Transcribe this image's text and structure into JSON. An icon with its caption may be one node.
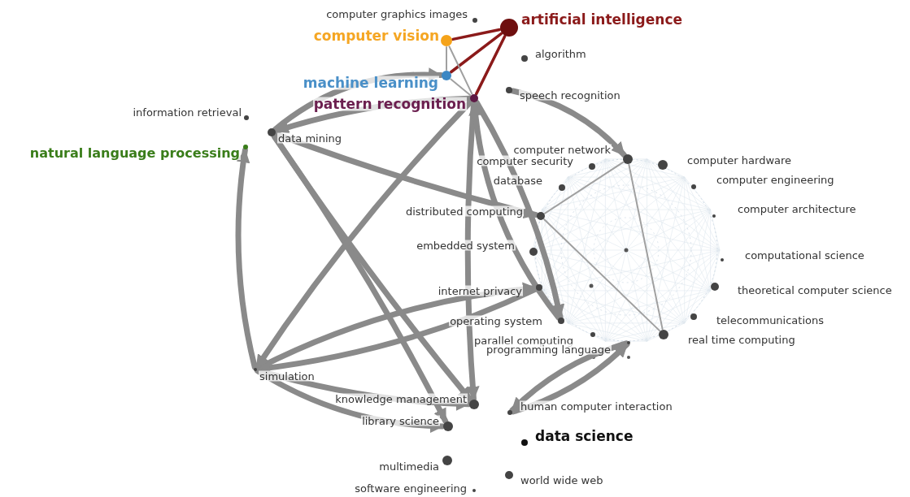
{
  "diagram": {
    "nodes": [
      {
        "text": [],
        "shape": "circle",
        "beside": [
          "computer graphics images"
        ]
      },
      {
        "text": [],
        "shape": "circle",
        "beside": [
          "artificial intelligence"
        ]
      },
      {
        "text": [],
        "shape": "circle",
        "beside": [
          "computer vision"
        ]
      },
      {
        "text": [],
        "shape": "circle",
        "beside": [
          "algorithm"
        ]
      },
      {
        "text": [],
        "shape": "circle",
        "beside": [
          "machine learning"
        ]
      },
      {
        "text": [],
        "shape": "circle",
        "beside": [
          "pattern recognition"
        ]
      },
      {
        "text": [],
        "shape": "circle",
        "beside": [
          "speech recognition"
        ]
      },
      {
        "text": [],
        "shape": "circle",
        "beside": [
          "information retrieval"
        ]
      },
      {
        "text": [],
        "shape": "circle",
        "beside": [
          "natural language processing"
        ]
      },
      {
        "text": [],
        "shape": "circle",
        "beside": [
          "data mining"
        ]
      },
      {
        "text": [],
        "shape": "circle"
      },
      {
        "text": [],
        "shape": "circle",
        "beside": [
          "computer security"
        ]
      },
      {
        "text": [],
        "shape": "circle",
        "beside": [
          "computer hardware"
        ]
      },
      {
        "text": [],
        "shape": "circle",
        "beside": [
          "database"
        ]
      },
      {
        "text": [],
        "shape": "circle",
        "beside": [
          "computer engineering"
        ]
      },
      {
        "text": [],
        "shape": "circle",
        "beside": [
          "distributed computing"
        ]
      },
      {
        "text": [],
        "shape": "circle",
        "beside": [
          "computer architecture"
        ]
      },
      {
        "text": [],
        "shape": "circle",
        "beside": [
          "embedded system"
        ]
      },
      {
        "text": [],
        "shape": "circle",
        "beside": [
          "computational science"
        ]
      },
      {
        "text": [],
        "shape": "circle",
        "beside": [
          "internet privacy"
        ]
      },
      {
        "text": [],
        "shape": "circle",
        "beside": [
          "theoretical computer science"
        ]
      },
      {
        "text": [],
        "shape": "circle",
        "beside": [
          "operating system"
        ]
      },
      {
        "text": [],
        "shape": "circle",
        "beside": [
          "telecommunications"
        ]
      },
      {
        "text": [],
        "shape": "circle",
        "beside": [
          "real time computing"
        ]
      },
      {
        "text": [],
        "shape": "circle",
        "beside": [
          "parallel computing"
        ]
      },
      {
        "text": [],
        "shape": "circle"
      },
      {
        "text": [],
        "shape": "circle",
        "beside": [
          "simulation"
        ]
      },
      {
        "text": [],
        "shape": "circle",
        "beside": [
          "knowledge management"
        ]
      },
      {
        "text": [],
        "shape": "circle",
        "beside": [
          "human computer interaction"
        ]
      },
      {
        "text": [],
        "shape": "circle",
        "beside": [
          "library science"
        ]
      },
      {
        "text": [],
        "shape": "circle",
        "beside": [
          "data science"
        ]
      },
      {
        "text": [],
        "shape": "circle",
        "beside": [
          "multimedia"
        ]
      },
      {
        "text": [],
        "shape": "circle",
        "beside": [
          "world wide web"
        ]
      },
      {
        "text": [],
        "shape": "circle",
        "beside": [
          "software engineering"
        ]
      }
    ],
    "edges": [
      {
        "from": 1,
        "to": 2,
        "arrow": "none",
        "color": "#8b1a1a"
      },
      {
        "from": 1,
        "to": 4,
        "arrow": "none",
        "color": "#8b1a1a"
      },
      {
        "from": 1,
        "to": 5,
        "arrow": "none",
        "color": "#8b1a1a"
      },
      {
        "from": 2,
        "to": 4,
        "arrow": "none"
      },
      {
        "from": 2,
        "to": 5,
        "arrow": "none"
      },
      {
        "from": 4,
        "to": 5,
        "arrow": "none"
      },
      {
        "from": 9,
        "to": 4,
        "arrow": "to"
      },
      {
        "from": 5,
        "to": 9,
        "arrow": "to"
      },
      {
        "from": 6,
        "to": 10,
        "arrow": "to"
      },
      {
        "from": 9,
        "to": 15,
        "arrow": "to"
      },
      {
        "from": 26,
        "to": 19,
        "arrow": "to"
      },
      {
        "from": 19,
        "to": 26,
        "arrow": "to"
      },
      {
        "from": 26,
        "to": 8,
        "arrow": "to"
      },
      {
        "from": 9,
        "to": 27,
        "arrow": "to"
      },
      {
        "from": 9,
        "to": 29,
        "arrow": "to"
      },
      {
        "from": 26,
        "to": 27,
        "arrow": "to"
      },
      {
        "from": 26,
        "to": 29,
        "arrow": "to"
      },
      {
        "from": 5,
        "to": 26,
        "arrow": "to"
      },
      {
        "from": 5,
        "to": 27,
        "arrow": "to"
      },
      {
        "from": 5,
        "to": 21,
        "arrow": "to"
      },
      {
        "from": 21,
        "to": 5,
        "arrow": "to"
      },
      {
        "from": 25,
        "to": 28,
        "arrow": "to"
      },
      {
        "from": 28,
        "to": 25,
        "arrow": "to"
      },
      {
        "from": 10,
        "to": 15,
        "arrow": "none"
      },
      {
        "from": 15,
        "to": 23,
        "arrow": "none"
      },
      {
        "from": 10,
        "to": 23,
        "arrow": "none"
      }
    ],
    "labels": [
      "computer network",
      "programming language"
    ]
  }
}
